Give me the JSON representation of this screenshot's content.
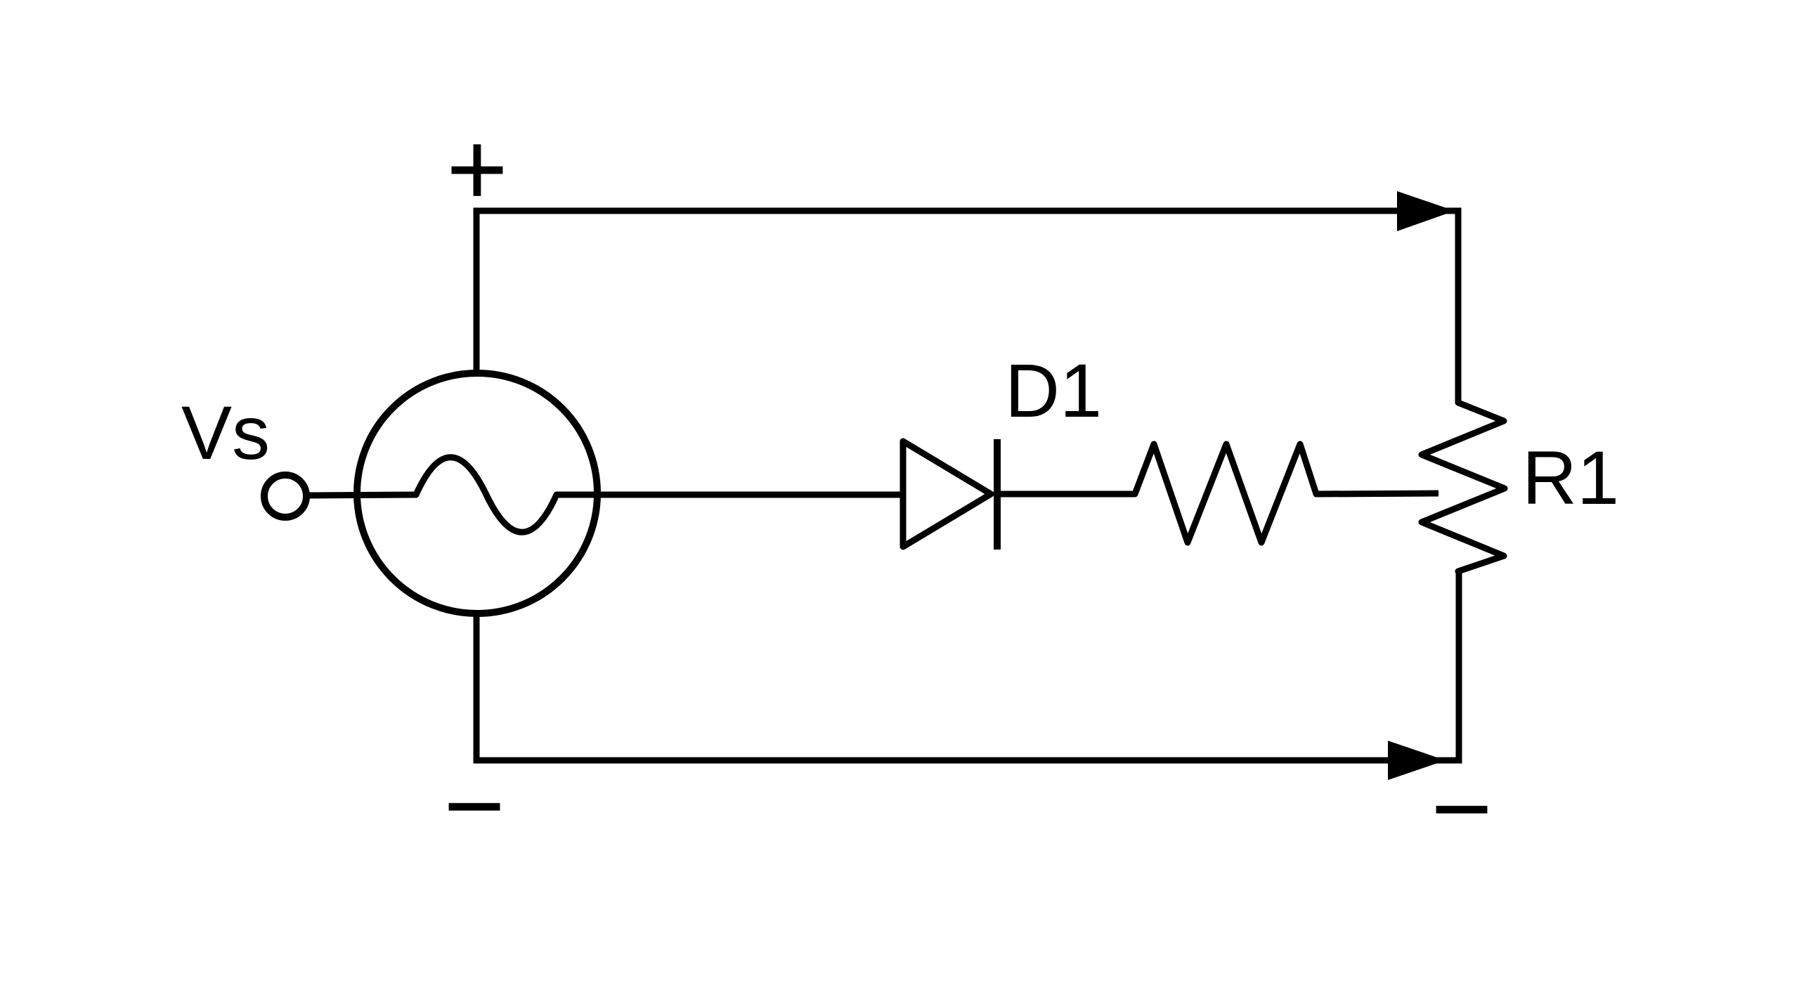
{
  "diagram": {
    "kind": "circuit-schematic",
    "background_color": "#ffffff",
    "line_color": "#000000",
    "source": {
      "label": "Vs",
      "symbol": "ac-voltage-source",
      "positive_label": "+",
      "negative_label": "−"
    },
    "diode": {
      "label": "D1",
      "symbol": "diode"
    },
    "series_resistor": {
      "symbol": "resistor"
    },
    "load_resistor": {
      "label": "R1",
      "symbol": "resistor",
      "negative_label": "−"
    },
    "current_arrows": [
      "top-wire-arrow-right",
      "bottom-wire-arrow-right"
    ]
  }
}
